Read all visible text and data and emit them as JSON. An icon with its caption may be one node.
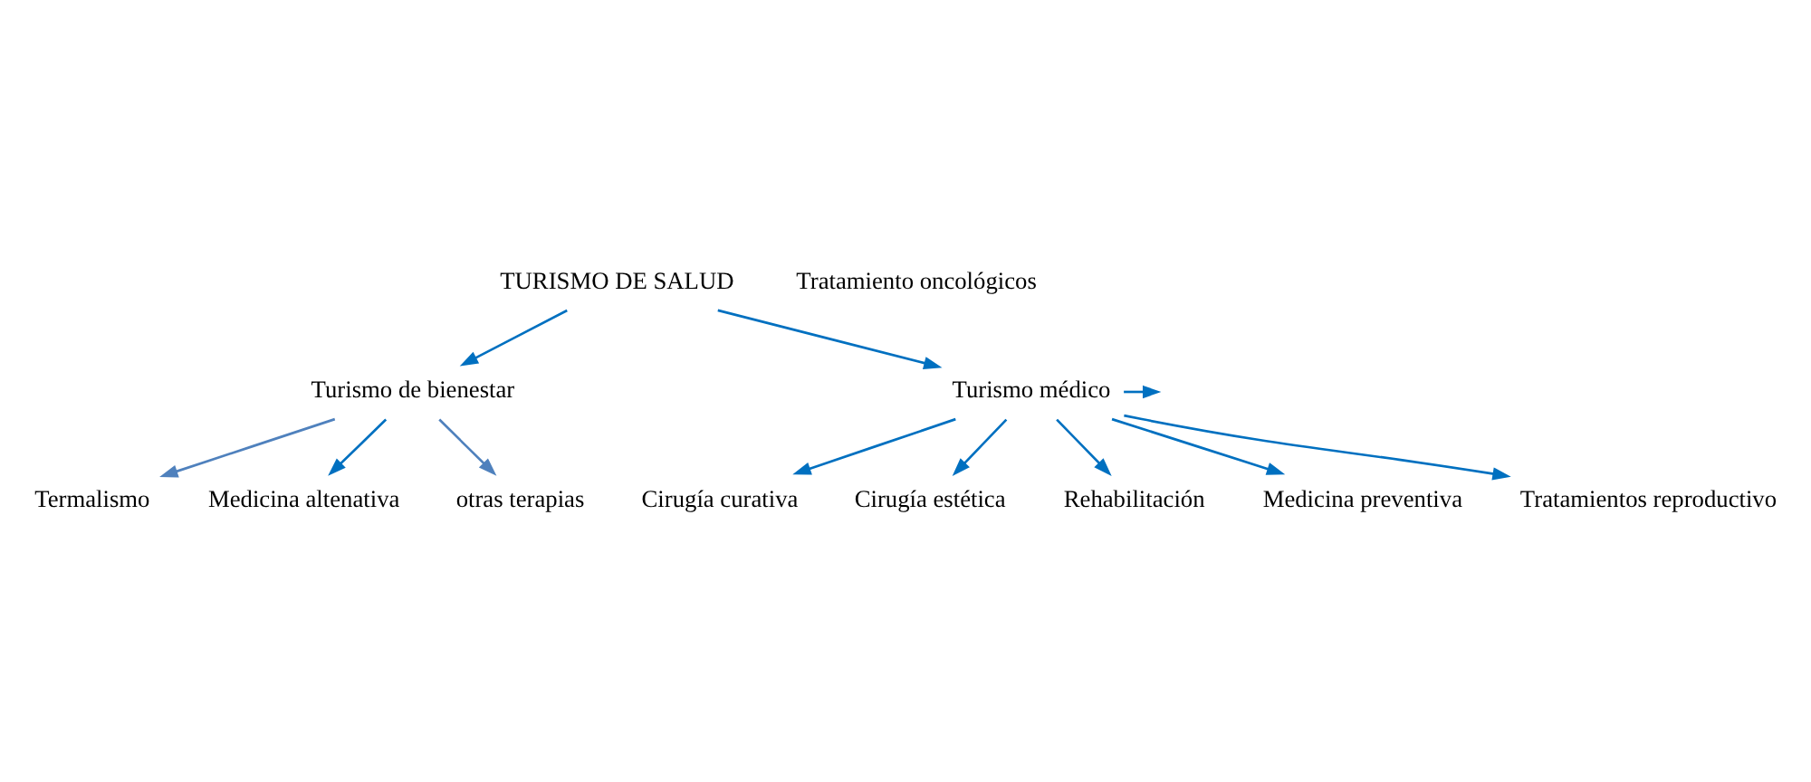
{
  "diagram": {
    "nodes": [
      {
        "text": [
          "TURISMO DE SALUD"
        ]
      },
      {
        "text": [
          "Turismo de bienestar"
        ]
      },
      {
        "text": [
          "Turismo médico"
        ]
      },
      {
        "text": [
          "Cirugía curativa"
        ]
      },
      {
        "text": [
          "Termalismo"
        ]
      },
      {
        "text": [
          "Medicina altenativa"
        ]
      },
      {
        "text": [
          "otras terapias"
        ]
      },
      {
        "text": [
          "Cirugía estética"
        ]
      },
      {
        "text": [
          "Rehabilitación"
        ]
      },
      {
        "text": [
          "Medicina preventiva"
        ]
      },
      {
        "text": [
          "Tratamiento oncológicos"
        ]
      },
      {
        "text": [
          "Tratamientos reproductivo"
        ]
      }
    ],
    "edges": [
      {
        "from": 0,
        "to": 1,
        "arrow": "to"
      },
      {
        "from": 0,
        "to": 2,
        "arrow": "to"
      },
      {
        "from": 1,
        "to": 4,
        "arrow": "to",
        "color": "#4f81bd"
      },
      {
        "from": 1,
        "to": 5,
        "arrow": "to"
      },
      {
        "from": 1,
        "to": 6,
        "arrow": "to",
        "color": "#4f81bd"
      },
      {
        "from": 2,
        "to": 3,
        "arrow": "to"
      },
      {
        "from": 2,
        "to": 7,
        "arrow": "to"
      },
      {
        "from": 2,
        "to": 11,
        "arrow": "to"
      },
      {
        "from": 2,
        "to": 9,
        "arrow": "to"
      },
      {
        "from": 2,
        "to": 8,
        "arrow": "to"
      },
      {
        "from": 2,
        "to": null,
        "arrow": "to"
      }
    ]
  }
}
